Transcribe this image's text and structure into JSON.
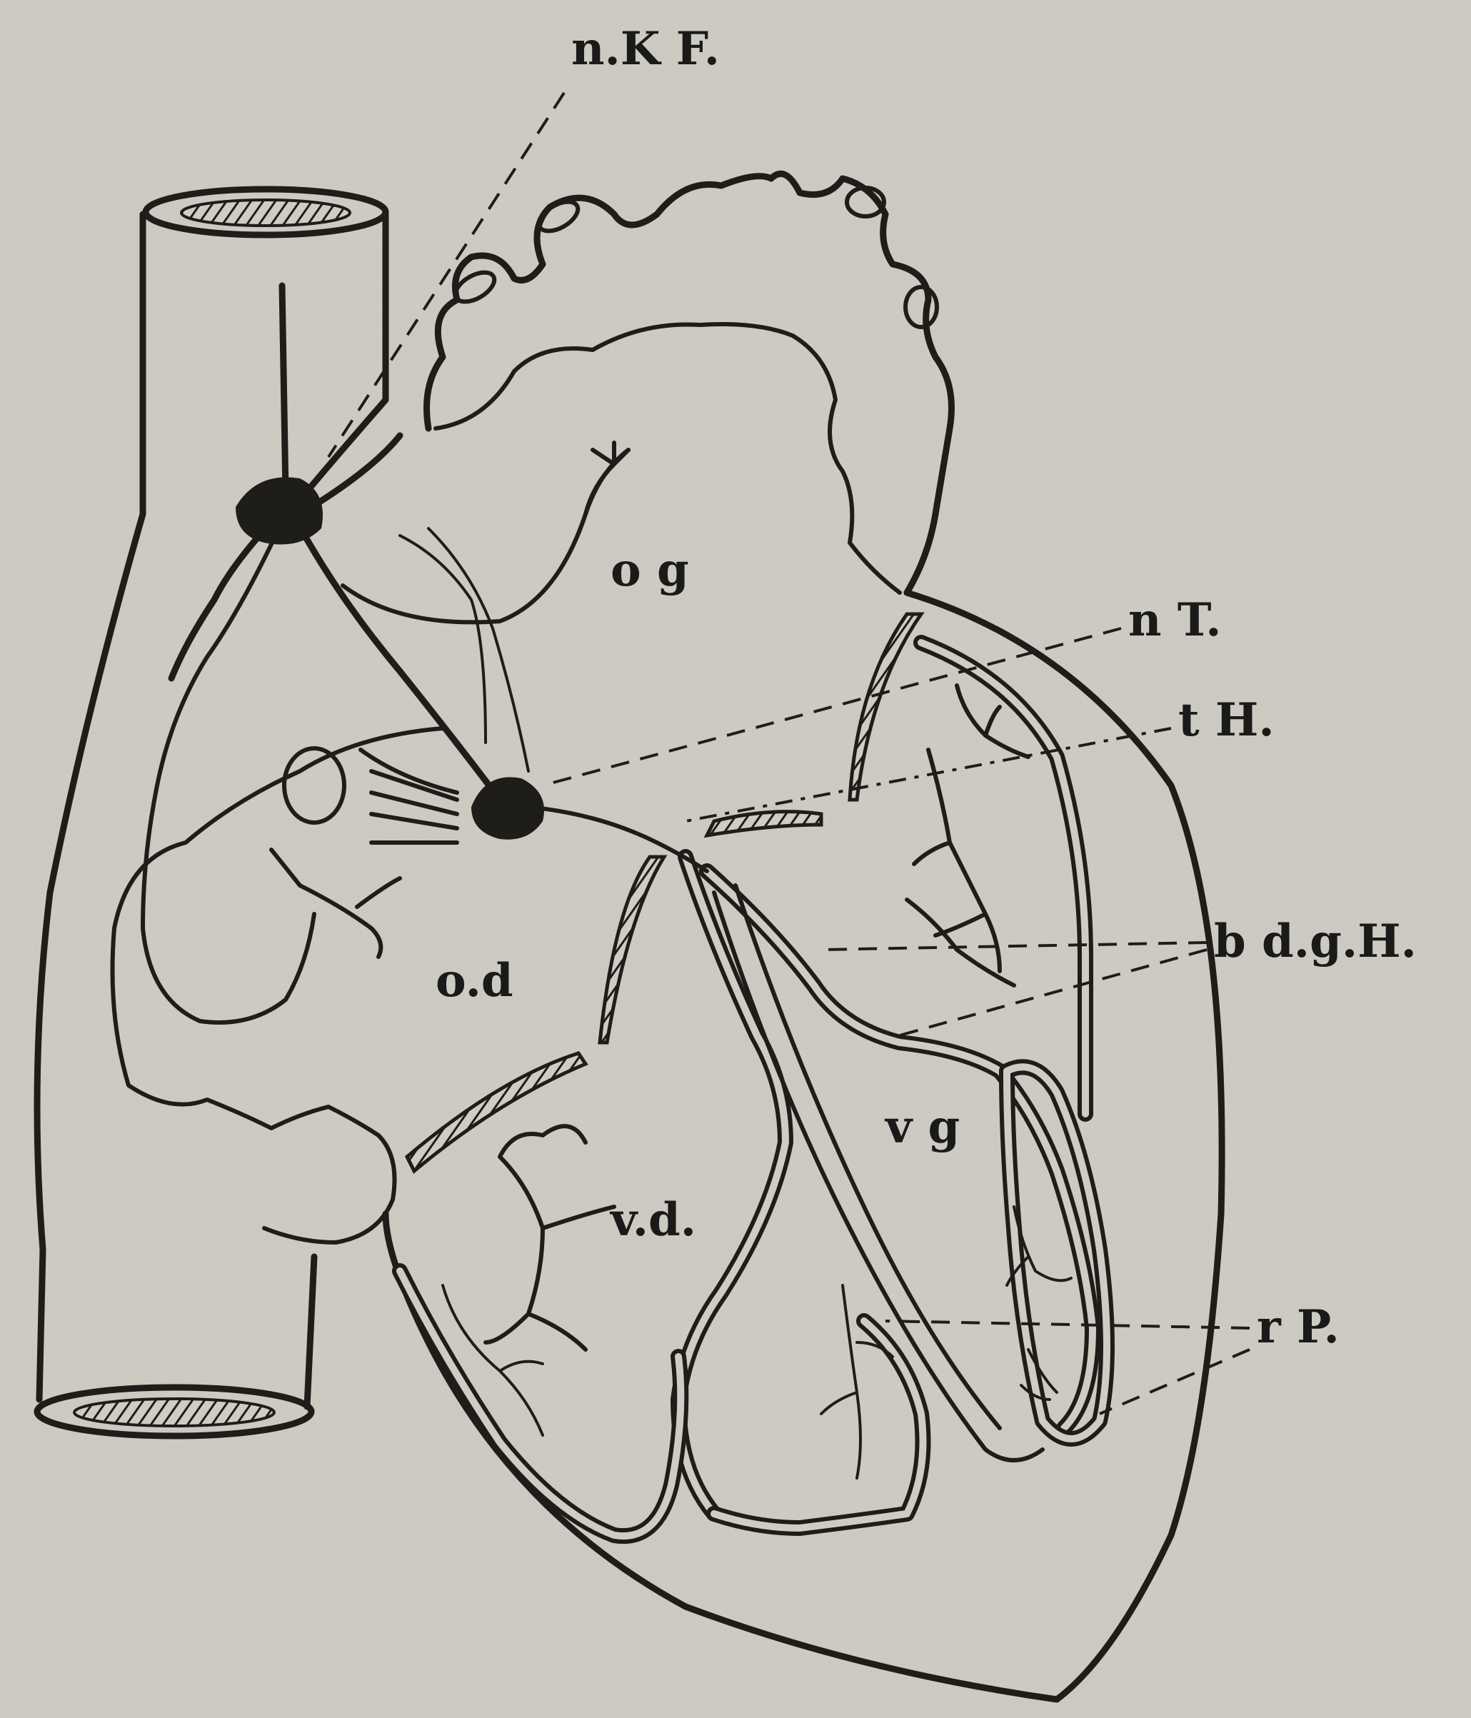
{
  "labels": {
    "nKF": "n.K F.",
    "og": "o g",
    "nT": "n T.",
    "tH": "t H.",
    "bdgH": "b d.g.H.",
    "od": "o.d",
    "vg": "v g",
    "vd": "v.d.",
    "rP": "r P."
  },
  "colors": {
    "paper": "#cfccc4",
    "ink": "#1e1d1a"
  }
}
